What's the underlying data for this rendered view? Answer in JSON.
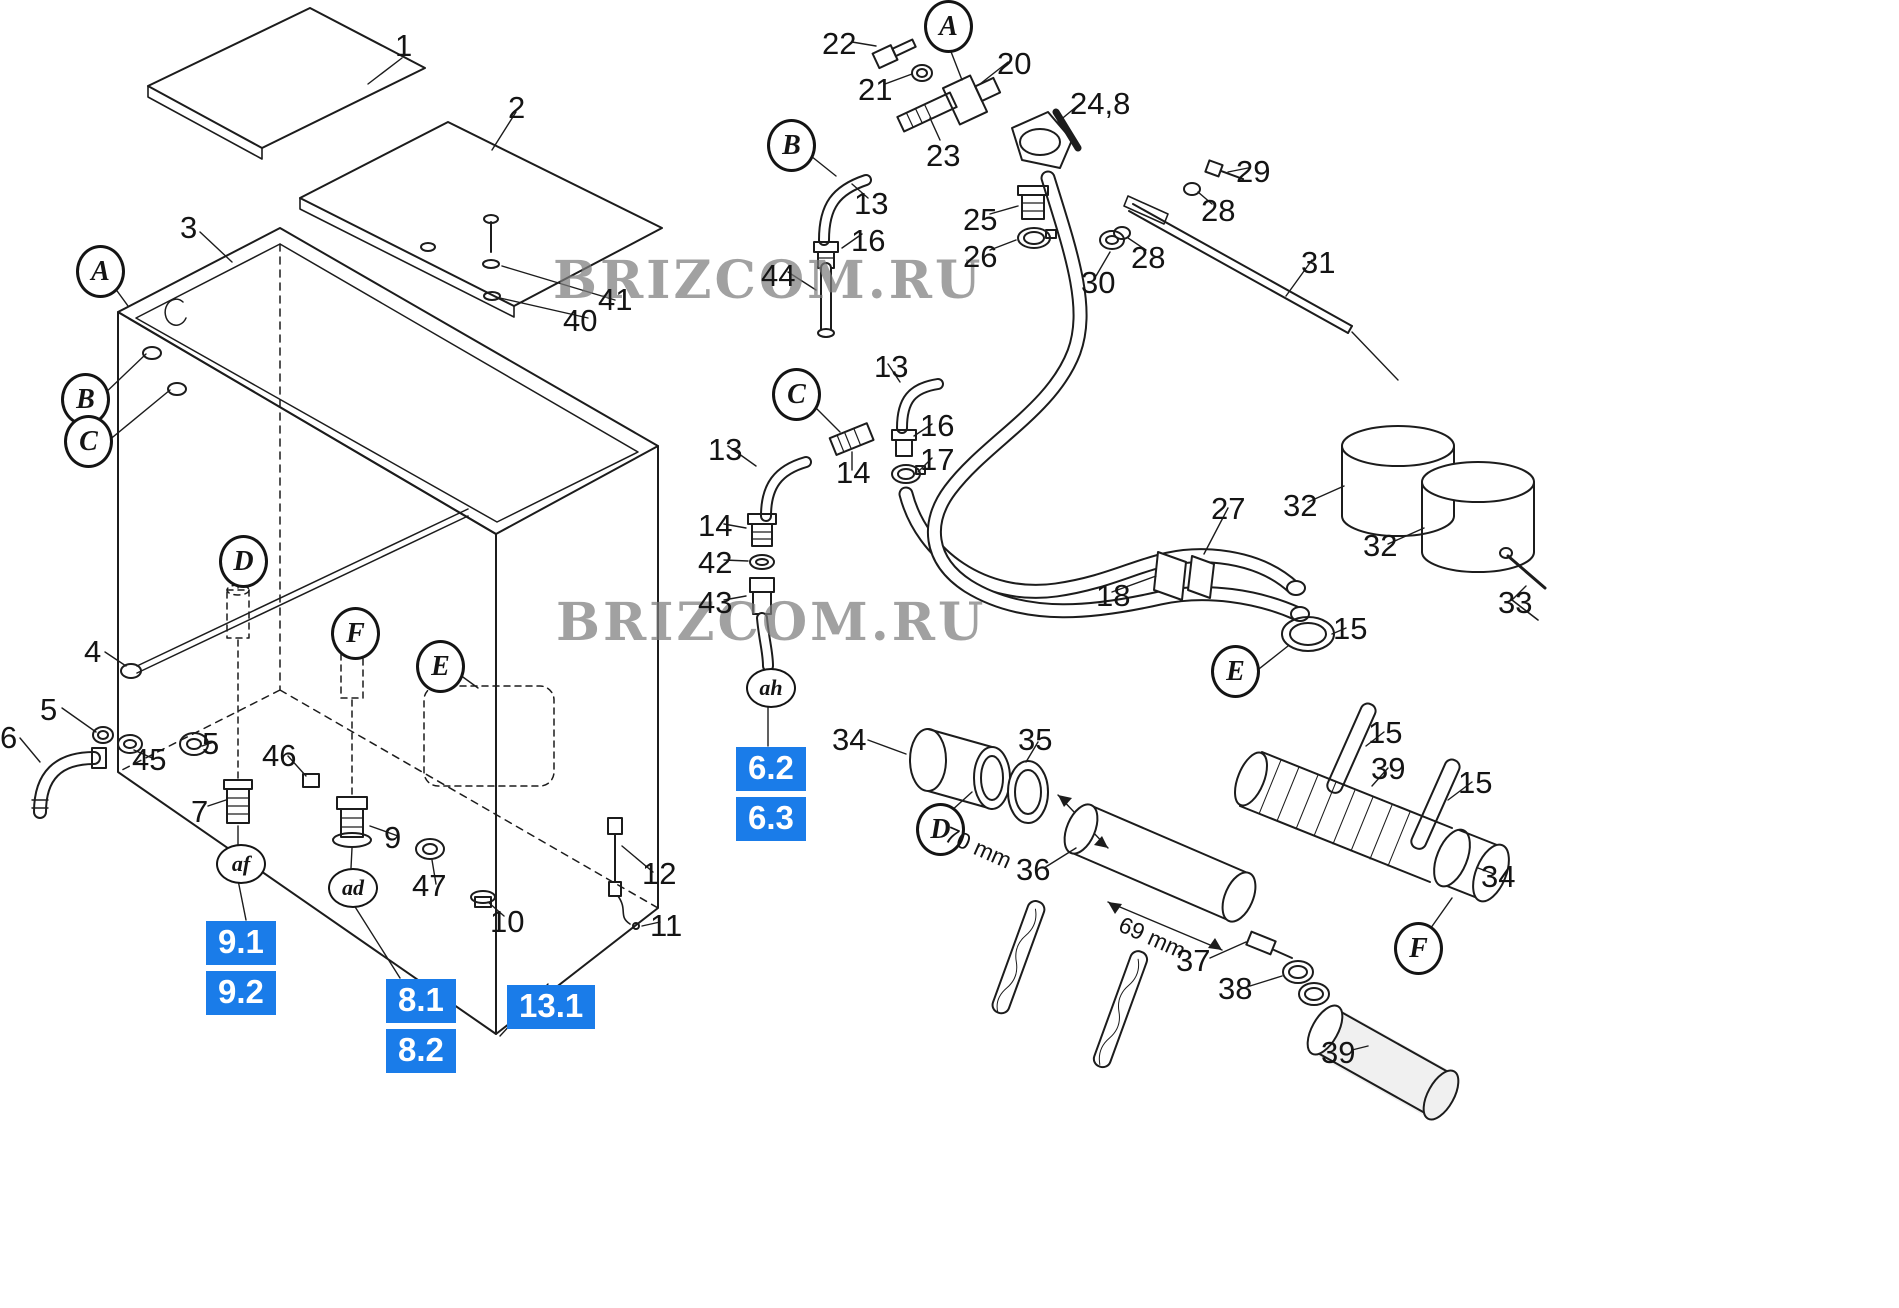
{
  "colors": {
    "line": "#1c1c1c",
    "ref_box_bg": "#1a7ce9",
    "ref_box_text": "#ffffff",
    "watermark_gray": "#7d7d7d",
    "paper": "#ffffff"
  },
  "watermark": {
    "text": "BRIZCOM.RU"
  },
  "callouts": {
    "n1": "1",
    "n2": "2",
    "n3": "3",
    "n4": "4",
    "n5a": "5",
    "n5b": "5",
    "n6": "6",
    "n7": "7",
    "n9": "9",
    "n10": "10",
    "n11": "11",
    "n12": "12",
    "n13a": "13",
    "n13b": "13",
    "n13c": "13",
    "n14a": "14",
    "n14b": "14",
    "n15a": "15",
    "n15b": "15",
    "n15c": "15",
    "n16a": "16",
    "n16b": "16",
    "n17": "17",
    "n18": "18",
    "n20": "20",
    "n21": "21",
    "n22": "22",
    "n23": "23",
    "n24_8": "24,8",
    "n25": "25",
    "n26": "26",
    "n27": "27",
    "n28a": "28",
    "n28b": "28",
    "n29": "29",
    "n30": "30",
    "n31": "31",
    "n32a": "32",
    "n32b": "32",
    "n33": "33",
    "n34a": "34",
    "n34b": "34",
    "n35": "35",
    "n36": "36",
    "n37": "37",
    "n38": "38",
    "n39a": "39",
    "n39b": "39",
    "n40": "40",
    "n41": "41",
    "n42": "42",
    "n43": "43",
    "n44": "44",
    "n45": "45",
    "n46": "46",
    "n47": "47"
  },
  "view_letters": {
    "a1": "A",
    "a2": "A",
    "b1": "B",
    "b2": "B",
    "c1": "C",
    "c2": "C",
    "d1": "D",
    "d2": "D",
    "e1": "E",
    "e2": "E",
    "f1": "F",
    "f2": "F"
  },
  "detail_markers": {
    "af": "af",
    "ad": "ad",
    "ah": "ah"
  },
  "ref_boxes": {
    "r9_1": "9.1",
    "r9_2": "9.2",
    "r8_1": "8.1",
    "r8_2": "8.2",
    "r13_1": "13.1",
    "r6_2": "6.2",
    "r6_3": "6.3"
  },
  "dimensions": {
    "d70": "70 mm",
    "d69": "69 mm"
  }
}
